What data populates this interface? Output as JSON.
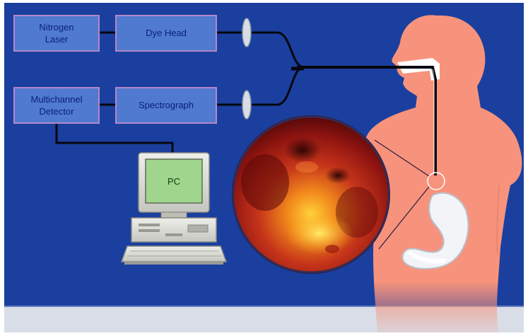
{
  "diagram": {
    "boxes": {
      "nitrogen_laser": [
        "Nitrogen",
        "Laser"
      ],
      "dye_head": "Dye Head",
      "multichannel_detector": [
        "Multichannel",
        "Detector"
      ],
      "spectrograph": "Spectrograph"
    },
    "computer": {
      "label": "PC"
    },
    "colors": {
      "background": "#1b3f9e",
      "box_fill": "#4f7ad0",
      "box_stroke": "#b388c9",
      "box_text": "#0b1f7a",
      "fiber": "#05070f",
      "body": "#f7937c",
      "screen": "#9fd58c"
    },
    "icons": [
      "lens-icon",
      "computer-icon",
      "stomach-icon",
      "endoscopy-image"
    ]
  }
}
